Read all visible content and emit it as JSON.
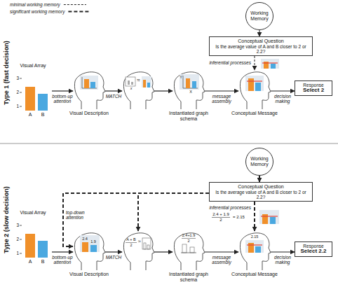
{
  "diagram": {
    "nodes": [
      {
        "text": [
          "Visual Array",
          "3",
          "2",
          "1",
          "A",
          "B"
        ]
      },
      {
        "text": [
          "Visual Description"
        ]
      },
      {
        "text": [
          "x",
          "≈"
        ]
      },
      {
        "text": [
          "Instantiated graph schema",
          "Y",
          "X"
        ]
      },
      {
        "text": [
          "Conceptual Message"
        ]
      },
      {
        "text": [
          "Working Memory"
        ]
      },
      {
        "text": [
          "Conceptual Question",
          "Is the average value of A and B closer to 2 or 2.2?"
        ]
      },
      {
        "text": [
          "Response",
          "Select 2"
        ]
      },
      {
        "text": [
          "Visual Array",
          "3",
          "2",
          "1",
          "A",
          "B"
        ]
      },
      {
        "text": [
          "Visual Description",
          "2.4",
          "1.9"
        ]
      },
      {
        "text": [
          "A + B",
          "2",
          "≈"
        ]
      },
      {
        "text": [
          "Instantiated graph schema",
          "2.4+1.9",
          "2"
        ]
      },
      {
        "text": [
          "Conceptual Message",
          "2.15"
        ]
      },
      {
        "text": [
          "Working Memory"
        ]
      },
      {
        "text": [
          "Conceptual Question",
          "Is the average value of A and B closer to 2 or 2.2?"
        ]
      },
      {
        "text": [
          "Response",
          "Select 2.2"
        ]
      }
    ],
    "edges": [
      {
        "from": 0,
        "to": 1,
        "arrow": "to",
        "label": "bottom-up attention"
      },
      {
        "from": 1,
        "to": 2,
        "arrow": "to",
        "label": "MATCH"
      },
      {
        "from": 2,
        "to": 3,
        "arrow": "to"
      },
      {
        "from": 3,
        "to": 4,
        "arrow": "to",
        "label": "message assembly"
      },
      {
        "from": 4,
        "to": 7,
        "arrow": "to",
        "label": "decision making"
      },
      {
        "from": 5,
        "to": 6,
        "arrow": "to"
      },
      {
        "from": 6,
        "to": 4,
        "arrow": "to"
      },
      {
        "from": 8,
        "to": 9,
        "arrow": "to",
        "label": "bottom-up attention"
      },
      {
        "from": 9,
        "to": 10,
        "arrow": "to",
        "label": "MATCH"
      },
      {
        "from": 10,
        "to": 11,
        "arrow": "to"
      },
      {
        "from": 11,
        "to": 12,
        "arrow": "to",
        "label": "message assembly"
      },
      {
        "from": 12,
        "to": 15,
        "arrow": "to",
        "label": "decision making"
      },
      {
        "from": 13,
        "to": 14,
        "arrow": "to"
      },
      {
        "from": 14,
        "to": 9,
        "arrow": "to",
        "label": "top-down attention"
      },
      {
        "from": 14,
        "to": 10,
        "arrow": "to"
      },
      {
        "from": 14,
        "to": 12,
        "arrow": "to"
      }
    ],
    "labels": [
      "Type 1 (fast decision)",
      "inferential processes",
      "Type 2 (slow decision)",
      "inferential processes",
      "2.4 + 1.9",
      "2",
      "= 2.15"
    ],
    "legend": [
      {
        "text": "minimal working memory"
      },
      {
        "text": "significant working memory"
      }
    ]
  }
}
